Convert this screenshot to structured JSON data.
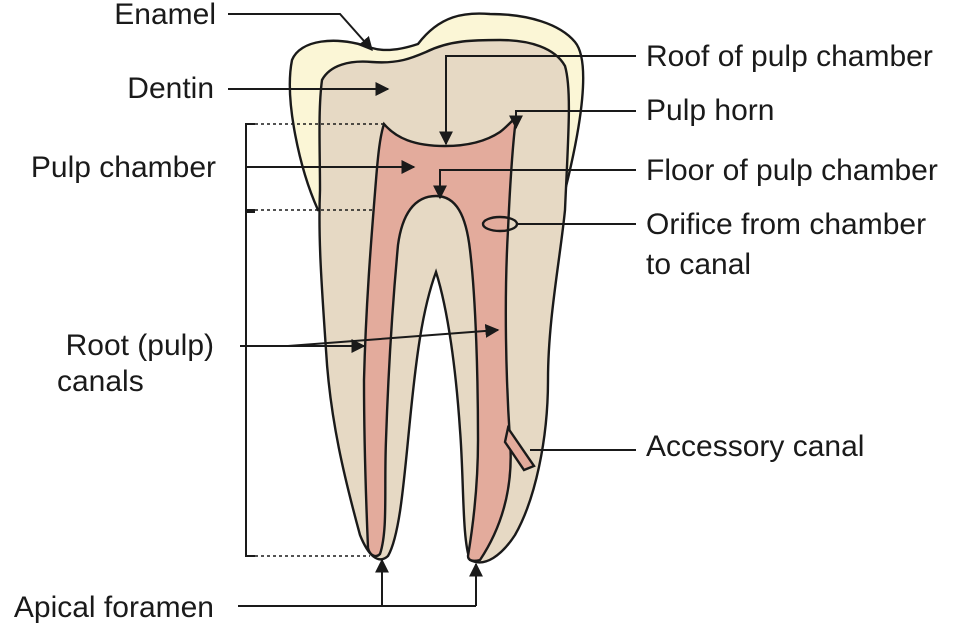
{
  "colors": {
    "enamel": "#fbf6d6",
    "dentin": "#e6d9c4",
    "pulp": "#e3ab9c",
    "outline": "#1a1a1a",
    "background": "#ffffff"
  },
  "labels": {
    "enamel": "Enamel",
    "dentin": "Dentin",
    "pulp_chamber": "Pulp chamber",
    "root_canals_line1": "Root (pulp)",
    "root_canals_line2": "canals",
    "apical_foramen": "Apical foramen",
    "roof_of_pulp_chamber": "Roof of pulp chamber",
    "pulp_horn": "Pulp horn",
    "floor_of_pulp_chamber": "Floor of pulp chamber",
    "orifice_line1": "Orifice from chamber",
    "orifice_line2": "to canal",
    "accessory_canal": "Accessory canal"
  }
}
